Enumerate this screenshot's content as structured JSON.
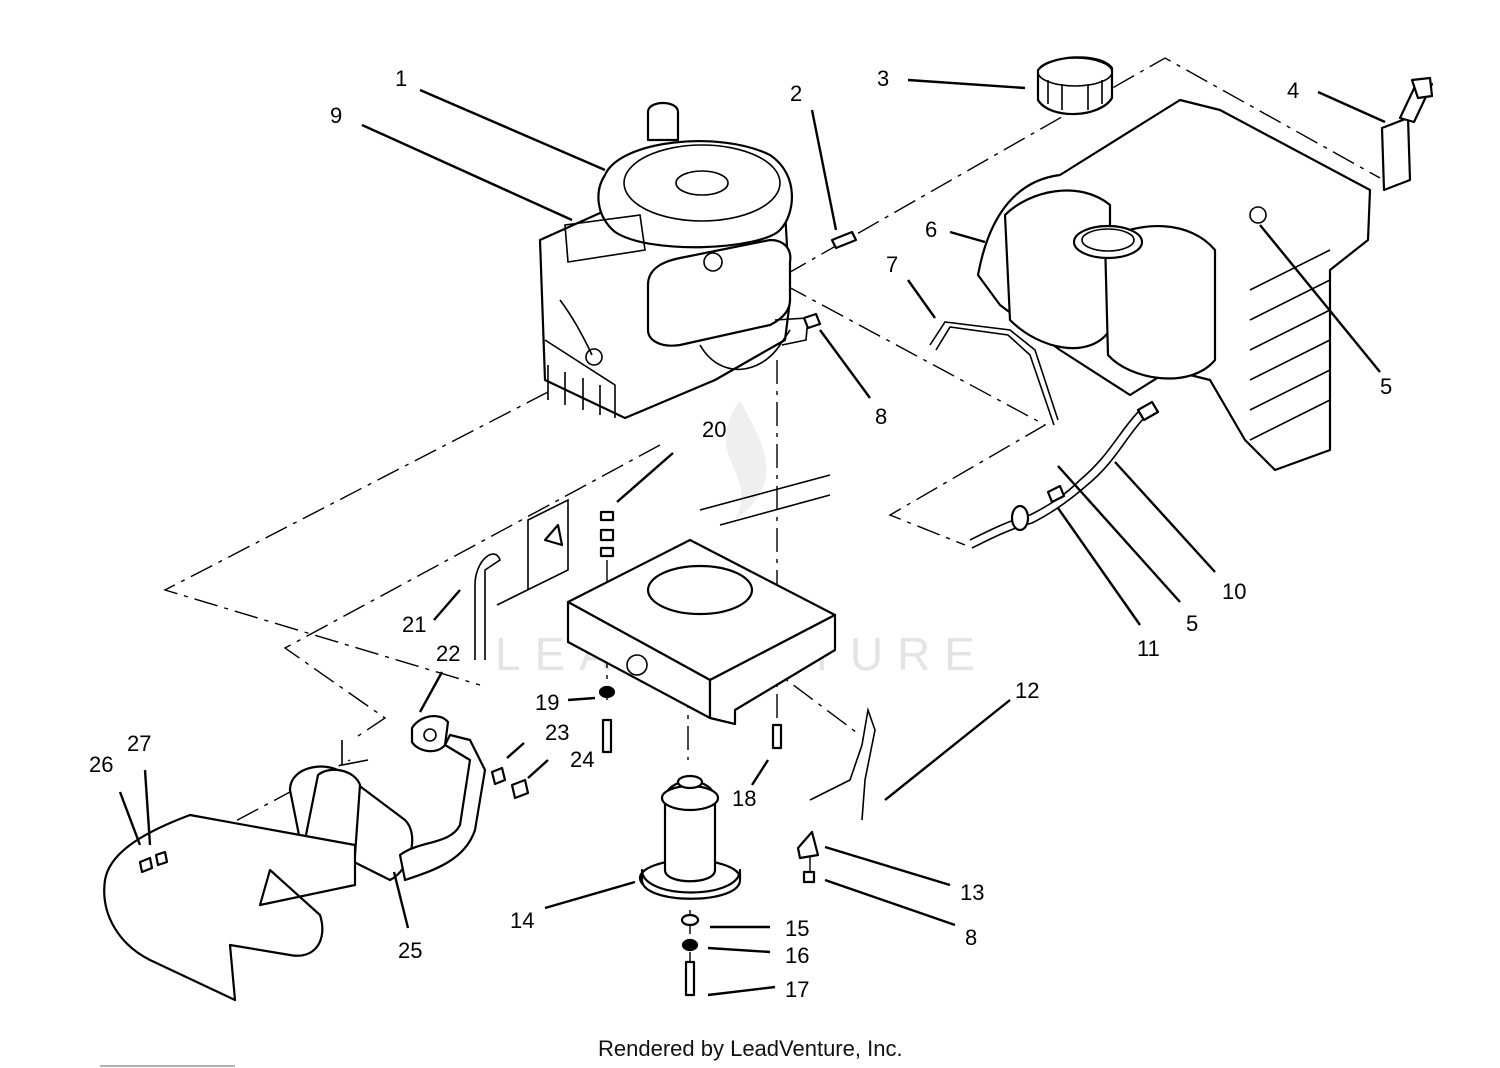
{
  "callouts": [
    {
      "id": "c1",
      "label": "1"
    },
    {
      "id": "c2",
      "label": "2"
    },
    {
      "id": "c3",
      "label": "3"
    },
    {
      "id": "c4",
      "label": "4"
    },
    {
      "id": "c5a",
      "label": "5"
    },
    {
      "id": "c5b",
      "label": "5"
    },
    {
      "id": "c6",
      "label": "6"
    },
    {
      "id": "c7",
      "label": "7"
    },
    {
      "id": "c8a",
      "label": "8"
    },
    {
      "id": "c8b",
      "label": "8"
    },
    {
      "id": "c9",
      "label": "9"
    },
    {
      "id": "c10",
      "label": "10"
    },
    {
      "id": "c11",
      "label": "11"
    },
    {
      "id": "c12",
      "label": "12"
    },
    {
      "id": "c13",
      "label": "13"
    },
    {
      "id": "c14",
      "label": "14"
    },
    {
      "id": "c15",
      "label": "15"
    },
    {
      "id": "c16",
      "label": "16"
    },
    {
      "id": "c17",
      "label": "17"
    },
    {
      "id": "c18",
      "label": "18"
    },
    {
      "id": "c19",
      "label": "19"
    },
    {
      "id": "c20",
      "label": "20"
    },
    {
      "id": "c21",
      "label": "21"
    },
    {
      "id": "c22",
      "label": "22"
    },
    {
      "id": "c23",
      "label": "23"
    },
    {
      "id": "c24",
      "label": "24"
    },
    {
      "id": "c25",
      "label": "25"
    },
    {
      "id": "c26",
      "label": "26"
    },
    {
      "id": "c27",
      "label": "27"
    }
  ],
  "watermark": "LEADVENTURE",
  "footer": "Rendered by LeadVenture, Inc."
}
